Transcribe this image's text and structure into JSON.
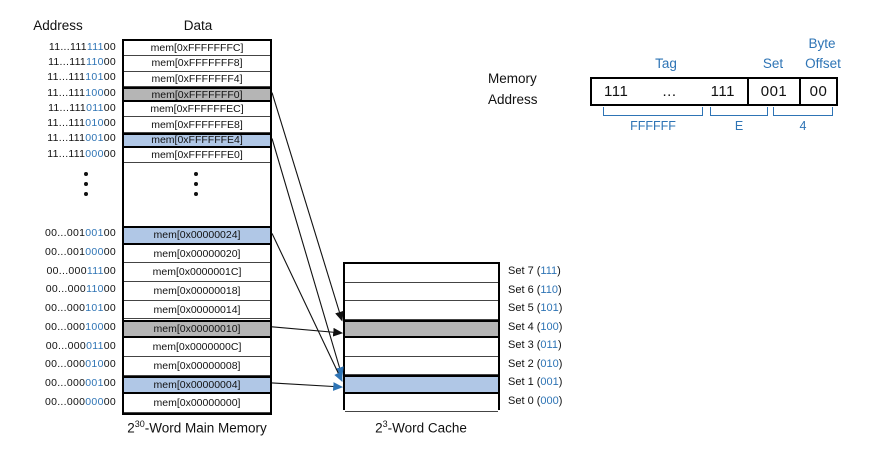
{
  "palette": {
    "accent_blue": "#2E74B5",
    "row_blue_fill": "#B0C7E6",
    "row_gray_fill": "#B5B5B5"
  },
  "column_headers": {
    "address": "Address",
    "data": "Data"
  },
  "main_memory": {
    "caption": {
      "base": "2",
      "exponent": "30",
      "suffix": "-Word Main Memory"
    },
    "top_rows": [
      {
        "prefix": "11...111",
        "set_bits": "111",
        "offset_bits": "00",
        "data": "mem[0xFFFFFFFC]",
        "highlight": "none"
      },
      {
        "prefix": "11...111",
        "set_bits": "110",
        "offset_bits": "00",
        "data": "mem[0xFFFFFFF8]",
        "highlight": "none"
      },
      {
        "prefix": "11...111",
        "set_bits": "101",
        "offset_bits": "00",
        "data": "mem[0xFFFFFFF4]",
        "highlight": "none"
      },
      {
        "prefix": "11...111",
        "set_bits": "100",
        "offset_bits": "00",
        "data": "mem[0xFFFFFFF0]",
        "highlight": "gray"
      },
      {
        "prefix": "11...111",
        "set_bits": "011",
        "offset_bits": "00",
        "data": "mem[0xFFFFFFEC]",
        "highlight": "none"
      },
      {
        "prefix": "11...111",
        "set_bits": "010",
        "offset_bits": "00",
        "data": "mem[0xFFFFFFE8]",
        "highlight": "none"
      },
      {
        "prefix": "11...111",
        "set_bits": "001",
        "offset_bits": "00",
        "data": "mem[0xFFFFFFE4]",
        "highlight": "blue"
      },
      {
        "prefix": "11...111",
        "set_bits": "000",
        "offset_bits": "00",
        "data": "mem[0xFFFFFFE0]",
        "highlight": "none"
      }
    ],
    "bottom_rows": [
      {
        "prefix": "00...001",
        "set_bits": "001",
        "offset_bits": "00",
        "data": "mem[0x00000024]",
        "highlight": "blue"
      },
      {
        "prefix": "00...001",
        "set_bits": "000",
        "offset_bits": "00",
        "data": "mem[0x00000020]",
        "highlight": "none"
      },
      {
        "prefix": "00...000",
        "set_bits": "111",
        "offset_bits": "00",
        "data": "mem[0x0000001C]",
        "highlight": "none"
      },
      {
        "prefix": "00...000",
        "set_bits": "110",
        "offset_bits": "00",
        "data": "mem[0x00000018]",
        "highlight": "none"
      },
      {
        "prefix": "00...000",
        "set_bits": "101",
        "offset_bits": "00",
        "data": "mem[0x00000014]",
        "highlight": "none"
      },
      {
        "prefix": "00...000",
        "set_bits": "100",
        "offset_bits": "00",
        "data": "mem[0x00000010]",
        "highlight": "gray"
      },
      {
        "prefix": "00...000",
        "set_bits": "011",
        "offset_bits": "00",
        "data": "mem[0x0000000C]",
        "highlight": "none"
      },
      {
        "prefix": "00...000",
        "set_bits": "010",
        "offset_bits": "00",
        "data": "mem[0x00000008]",
        "highlight": "none"
      },
      {
        "prefix": "00...000",
        "set_bits": "001",
        "offset_bits": "00",
        "data": "mem[0x00000004]",
        "highlight": "blue"
      },
      {
        "prefix": "00...000",
        "set_bits": "000",
        "offset_bits": "00",
        "data": "mem[0x00000000]",
        "highlight": "none"
      }
    ]
  },
  "cache": {
    "caption": {
      "base": "2",
      "exponent": "3",
      "suffix": "-Word Cache"
    },
    "rows": [
      {
        "name": "Set 7",
        "bits": "111",
        "fill": "none"
      },
      {
        "name": "Set 6",
        "bits": "110",
        "fill": "none"
      },
      {
        "name": "Set 5",
        "bits": "101",
        "fill": "none"
      },
      {
        "name": "Set 4",
        "bits": "100",
        "fill": "gray"
      },
      {
        "name": "Set 3",
        "bits": "011",
        "fill": "none"
      },
      {
        "name": "Set 2",
        "bits": "010",
        "fill": "none"
      },
      {
        "name": "Set 1",
        "bits": "001",
        "fill": "blue"
      },
      {
        "name": "Set 0",
        "bits": "000",
        "fill": "none"
      }
    ]
  },
  "address_breakdown": {
    "label_line1": "Memory",
    "label_line2": "Address",
    "tag_label": "Tag",
    "byte_label": "Byte",
    "set_label": "Set",
    "offset_label": "Offset",
    "tag_cells": [
      "111",
      "...",
      "111"
    ],
    "set_value": "001",
    "offset_value": "00",
    "hex_under_tag": "FFFFFF",
    "hex_middle": "E",
    "hex_low": "4"
  },
  "arrows": [
    {
      "from": "mem[0xFFFFFFF0]",
      "to": "Set 4",
      "head": "black"
    },
    {
      "from": "mem[0xFFFFFFE4]",
      "to": "Set 1",
      "head": "blue"
    },
    {
      "from": "mem[0x00000024]",
      "to": "Set 1",
      "head": "blue"
    },
    {
      "from": "mem[0x00000010]",
      "to": "Set 4",
      "head": "black"
    },
    {
      "from": "mem[0x00000004]",
      "to": "Set 1",
      "head": "blue"
    }
  ]
}
